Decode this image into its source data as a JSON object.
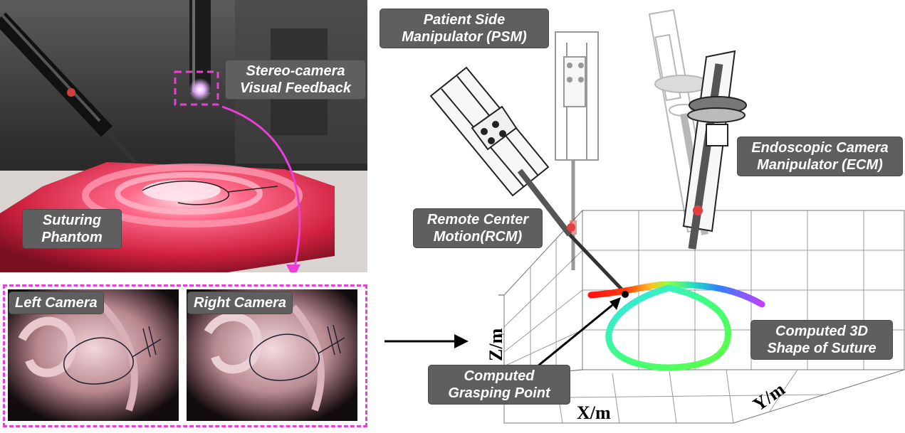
{
  "labels": {
    "stereo_camera": [
      "Stereo-camera",
      "Visual Feedback"
    ],
    "suturing_phantom": [
      "Suturing",
      "Phantom"
    ],
    "left_camera": "Left Camera",
    "right_camera": "Right Camera",
    "psm": [
      "Patient Side",
      "Manipulator (PSM)"
    ],
    "ecm": [
      "Endoscopic Camera",
      "Manipulator (ECM)"
    ],
    "rcm": [
      "Remote Center",
      "Motion(RCM)"
    ],
    "suture_shape": [
      "Computed 3D",
      "Shape of Suture"
    ],
    "grasping_point": [
      "Computed",
      "Grasping Point"
    ]
  },
  "axes": {
    "x": "X/m",
    "y": "Y/m",
    "z": "Z/m"
  },
  "colors": {
    "magenta_accent": "#e83fd6",
    "label_bg": "#5f5f5f",
    "phantom_pink": "#e8335a",
    "arm_highlight": "#e04040"
  }
}
